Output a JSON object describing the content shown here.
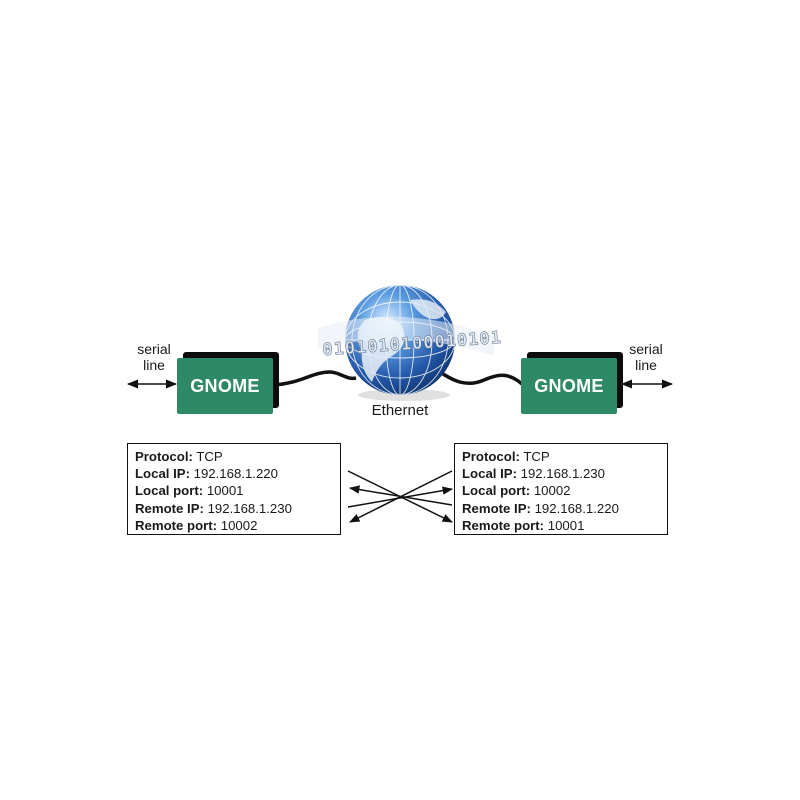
{
  "left_serial": {
    "line1": "serial",
    "line2": "line"
  },
  "right_serial": {
    "line1": "serial",
    "line2": "line"
  },
  "left_device": {
    "label": "GNOME"
  },
  "right_device": {
    "label": "GNOME"
  },
  "network": {
    "label": "Ethernet",
    "binary_text": "0101010100010101"
  },
  "left_config": {
    "rows": [
      {
        "key": "Protocol:",
        "value": "TCP"
      },
      {
        "key": "Local IP:",
        "value": "192.168.1.220"
      },
      {
        "key": "Local port:",
        "value": "10001"
      },
      {
        "key": "Remote IP:",
        "value": "192.168.1.230"
      },
      {
        "key": "Remote port:",
        "value": "10002"
      }
    ]
  },
  "right_config": {
    "rows": [
      {
        "key": "Protocol:",
        "value": "TCP"
      },
      {
        "key": "Local IP:",
        "value": "192.168.1.230"
      },
      {
        "key": "Local port:",
        "value": "10002"
      },
      {
        "key": "Remote IP:",
        "value": "192.168.1.220"
      },
      {
        "key": "Remote port:",
        "value": "10001"
      }
    ]
  },
  "colors": {
    "device_green": "#2e8a66",
    "globe_blue": "#2f6fbf",
    "device_shadow": "#0c0c0c"
  }
}
